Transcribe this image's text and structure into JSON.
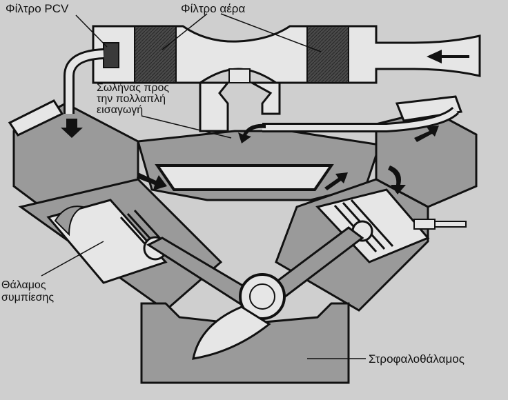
{
  "labels": {
    "pcv_filter": "Φίλτρο PCV",
    "air_filter": "Φίλτρο αέρα",
    "intake_hose_line1": "Σωλήνας προς",
    "intake_hose_line2": "την πολλαπλή",
    "intake_hose_line3": "εισαγωγή",
    "combustion_chamber_line1": "Θάλαμος",
    "combustion_chamber_line2": "συμπίεσης",
    "crankcase": "Στροφαλοθάλαμος"
  },
  "colors": {
    "background": "#cfcfcf",
    "outline": "#111111",
    "engine_fill": "#9a9a9a",
    "light_fill": "#e6e6e6",
    "filter_fill": "#4a4a4a"
  }
}
